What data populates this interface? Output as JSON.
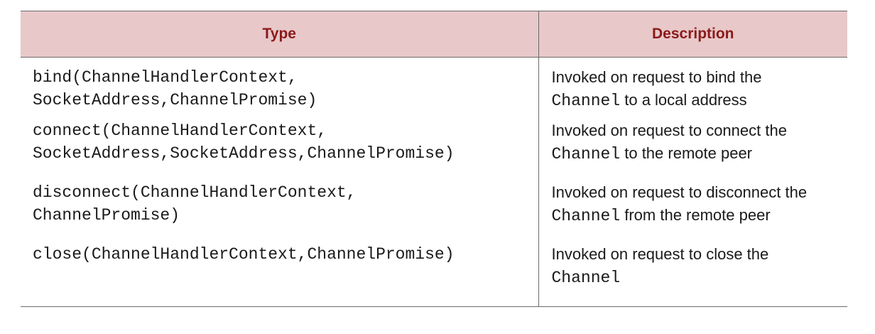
{
  "table": {
    "headers": {
      "type": "Type",
      "description": "Description"
    },
    "rows": [
      {
        "type_lines": [
          "bind(ChannelHandlerContext,",
          "SocketAddress,ChannelPromise)"
        ],
        "desc": {
          "line1": "Invoked on request to bind the",
          "code": "Channel",
          "rest": " to a local address"
        }
      },
      {
        "type_lines": [
          "connect(ChannelHandlerContext,",
          "SocketAddress,SocketAddress,ChannelPromise)"
        ],
        "desc": {
          "line1": "Invoked on request to connect the",
          "code": "Channel",
          "rest": " to the remote peer"
        }
      },
      {
        "type_lines": [
          "disconnect(ChannelHandlerContext,",
          "ChannelPromise)"
        ],
        "desc": {
          "line1": "Invoked on request to disconnect the",
          "code": "Channel",
          "rest": " from the remote peer"
        }
      },
      {
        "type_lines": [
          "close(ChannelHandlerContext,ChannelPromise)"
        ],
        "desc": {
          "line1": "Invoked on request to close the",
          "code": "Channel",
          "rest": ""
        }
      }
    ]
  }
}
